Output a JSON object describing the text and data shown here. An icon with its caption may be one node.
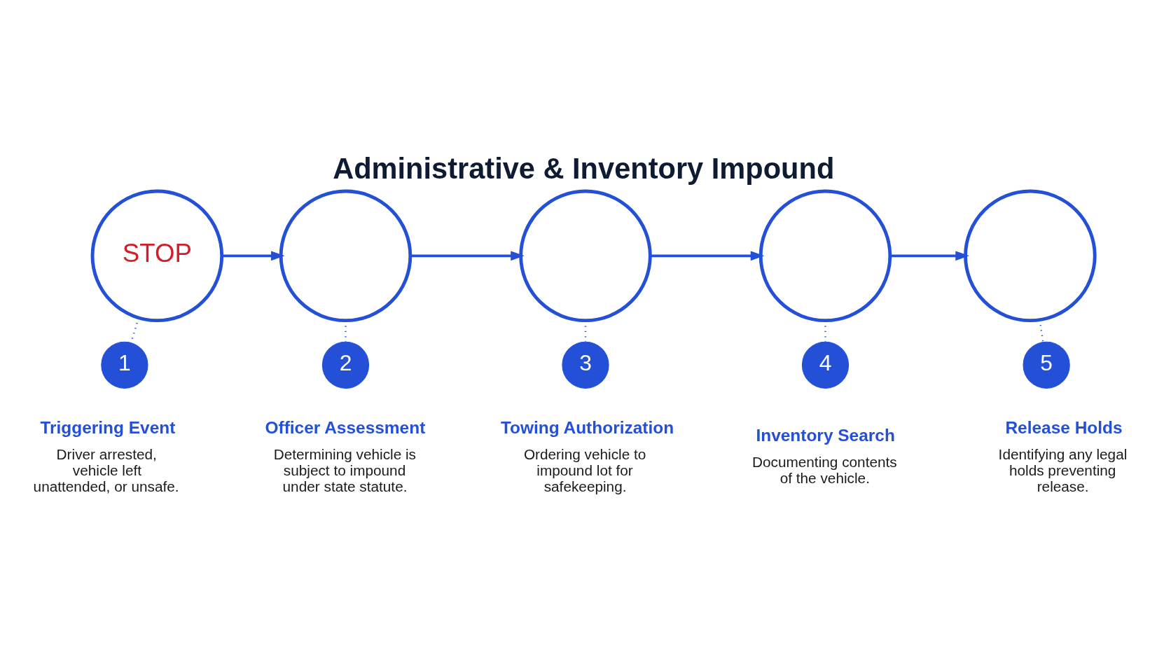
{
  "diagram": {
    "title": "Administrative & Inventory Impound",
    "nodes": [
      {
        "text": [
          "STOP"
        ]
      },
      {
        "text": [],
        "shape": "circle"
      },
      {
        "text": [],
        "shape": "circle"
      },
      {
        "text": [],
        "shape": "circle"
      },
      {
        "text": [],
        "shape": "circle"
      },
      {
        "text": [
          "1"
        ],
        "beside": [
          "Triggering Event",
          "Driver arrested, vehicle left unattended, or unsafe."
        ]
      },
      {
        "text": [
          "2"
        ],
        "beside": [
          "Officer Assessment",
          "Determining vehicle is subject to impound under state statute."
        ]
      },
      {
        "text": [
          "3"
        ],
        "beside": [
          "Towing Authorization",
          "Ordering vehicle to impound lot for safekeeping."
        ]
      },
      {
        "text": [
          "4"
        ],
        "beside": [
          "Inventory Search",
          "Documenting contents of the vehicle."
        ]
      },
      {
        "text": [
          "5"
        ],
        "beside": [
          "Release Holds",
          "Identifying any legal holds preventing release."
        ]
      }
    ],
    "edges": [
      {
        "from": 0,
        "to": 1,
        "arrow": "to"
      },
      {
        "from": 1,
        "to": 2,
        "arrow": "to"
      },
      {
        "from": 2,
        "to": 3,
        "arrow": "to"
      },
      {
        "from": 3,
        "to": 4,
        "arrow": "to"
      },
      {
        "from": 0,
        "to": 5,
        "arrow": "none",
        "style": "dashed"
      },
      {
        "from": 1,
        "to": 6,
        "arrow": "none",
        "style": "dashed"
      },
      {
        "from": 2,
        "to": 7,
        "arrow": "none",
        "style": "dashed"
      },
      {
        "from": 3,
        "to": 8,
        "arrow": "none",
        "style": "dashed"
      },
      {
        "from": 4,
        "to": 9,
        "arrow": "none",
        "style": "dashed"
      }
    ]
  }
}
